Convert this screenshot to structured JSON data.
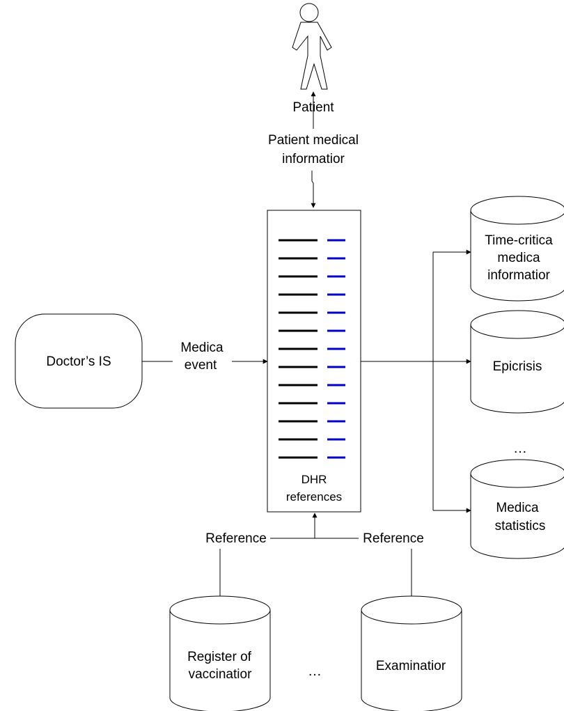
{
  "actor": {
    "label": "Patient",
    "icon": "person-icon"
  },
  "flow_labels": {
    "patient_info": [
      "Patient medical",
      "informatior"
    ],
    "medical_event": [
      "Medica",
      "event"
    ],
    "reference_left": "Reference",
    "reference_right": "Reference"
  },
  "doctor_is": {
    "label": "Doctor’s IS"
  },
  "dhr": {
    "label_lines": [
      "DHR",
      "references"
    ],
    "row_count": 13,
    "colors": {
      "primary": "#000000",
      "reference": "#0000cc"
    }
  },
  "right_stores": [
    {
      "lines": [
        "Time-critica",
        "medica",
        "informatior"
      ]
    },
    {
      "lines": [
        "Epicrisis"
      ]
    },
    {
      "lines": [
        "Medica",
        "statistics"
      ]
    }
  ],
  "right_ellipsis": "…",
  "bottom_stores": [
    {
      "lines": [
        "Register of",
        "vaccinatior"
      ]
    },
    {
      "lines": [
        "Examinatior"
      ]
    }
  ],
  "bottom_ellipsis": "…"
}
